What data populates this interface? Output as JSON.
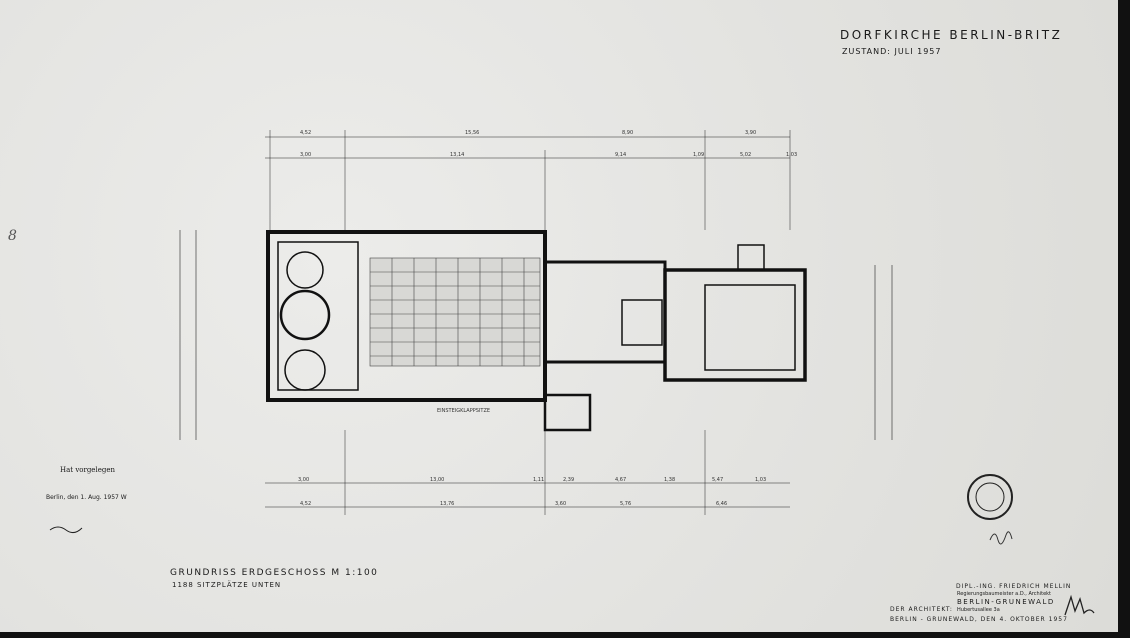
{
  "title_block": {
    "title": "DORFKIRCHE BERLIN-BRITZ",
    "subtitle": "ZUSTAND: JULI 1957"
  },
  "plan_caption": {
    "title": "GRUNDRISS ERDGESCHOSS M 1:100",
    "note": "1188 SITZPLÄTZE UNTEN"
  },
  "plan_labels": {
    "gallery_stairs": "EINSTEIGKLAPPSITZE"
  },
  "dimensions": {
    "top_row_1": [
      "4,52",
      "15,56",
      "8,90",
      "3,90"
    ],
    "top_row_2": [
      "3,00",
      "13,14",
      "9,14",
      "1,09",
      "5,02",
      "1,03"
    ],
    "bottom_row_1": [
      "3,00",
      "13,00",
      "1,11",
      "2,39",
      "4,67",
      "1,38",
      "5,47",
      "1,03"
    ],
    "bottom_row_2": [
      "4,52",
      "13,76",
      "3,60",
      "5,76",
      "6,46"
    ]
  },
  "stamp_left": {
    "line1": "Hat vorgelegen",
    "line2": "Berlin, den 1. Aug. 1957 W"
  },
  "architect": {
    "name": "DIPL.-ING. FRIEDRICH MELLIN",
    "role": "Regierungsbaumeister a.D., Architekt",
    "city": "BERLIN-GRUNEWALD",
    "label": "DER ARCHITEKT:",
    "address": "Hubertusallee 3a",
    "date_line": "BERLIN - GRUNEWALD, DEN 4. OKTOBER 1957"
  },
  "margin_mark": "8",
  "colors": {
    "paper": "#e6e6e4",
    "ink": "#1a1a1a",
    "frame": "#111111"
  }
}
